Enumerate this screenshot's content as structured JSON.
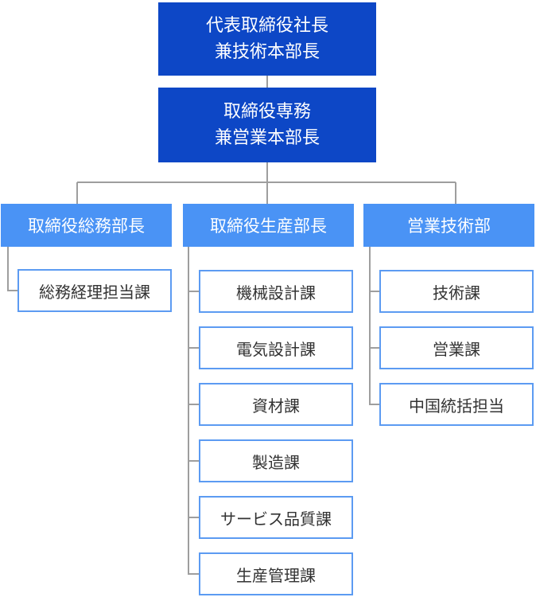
{
  "colors": {
    "executive_bg": "#0d47c6",
    "department_bg": "#4a93f5",
    "section_border": "#5c9bf2",
    "connector": "#9e9e9e"
  },
  "executives": [
    {
      "line1": "代表取締役社長",
      "line2": "兼技術本部長"
    },
    {
      "line1": "取締役専務",
      "line2": "兼営業本部長"
    }
  ],
  "departments": [
    {
      "label": "取締役総務部長",
      "sections": [
        "総務経理担当課"
      ]
    },
    {
      "label": "取締役生産部長",
      "sections": [
        "機械設計課",
        "電気設計課",
        "資材課",
        "製造課",
        "サービス品質課",
        "生産管理課"
      ]
    },
    {
      "label": "営業技術部",
      "sections": [
        "技術課",
        "営業課",
        "中国統括担当"
      ]
    }
  ]
}
